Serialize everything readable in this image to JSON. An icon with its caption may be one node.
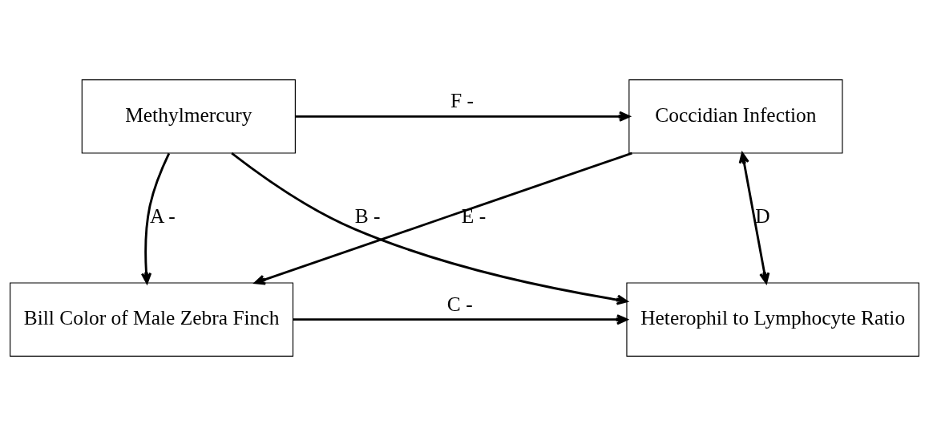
{
  "diagram": {
    "nodes": [
      {
        "text": [
          "Methylmercury"
        ]
      },
      {
        "text": [
          "Coccidian Infection"
        ]
      },
      {
        "text": [
          "Heterophil to Lymphocyte Ratio"
        ]
      },
      {
        "text": [
          "Bill Color of Male Zebra Finch"
        ]
      }
    ],
    "edges": [
      {
        "from": 0,
        "to": 1,
        "arrow": "to",
        "label": "F -"
      },
      {
        "from": 0,
        "to": 3,
        "arrow": "to",
        "label": "A -"
      },
      {
        "from": 0,
        "to": 2,
        "arrow": "to",
        "label": "B -"
      },
      {
        "from": 1,
        "to": 2,
        "arrow": "both",
        "label": "D"
      },
      {
        "from": 1,
        "to": 3,
        "arrow": "to",
        "label": "E -"
      },
      {
        "from": 3,
        "to": 2,
        "arrow": "to",
        "label": "C -"
      }
    ]
  }
}
